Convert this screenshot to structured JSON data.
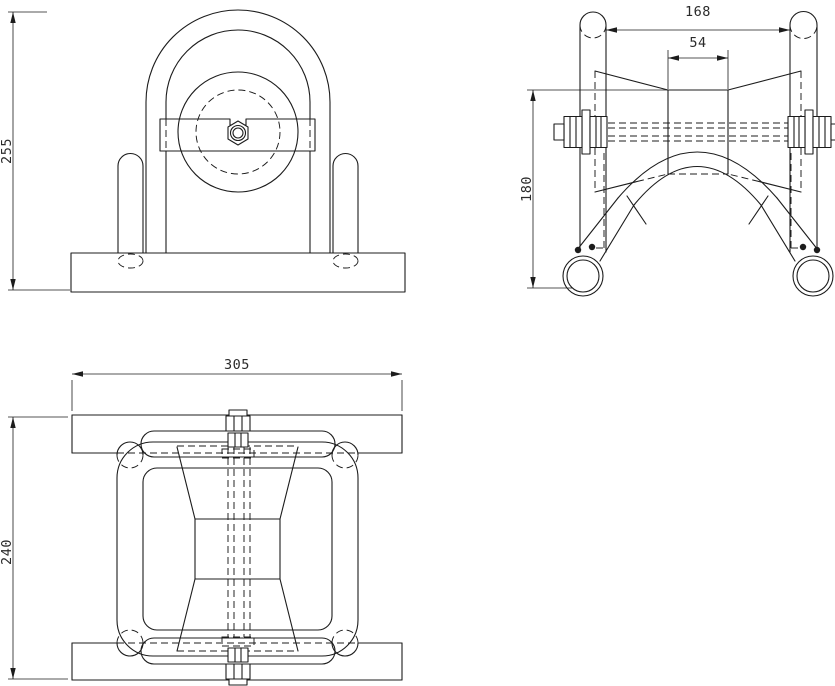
{
  "drawing": {
    "dimensions": {
      "front_height": "255",
      "frame_spacing": "168",
      "groove_width": "54",
      "roller_height": "180",
      "base_length": "305",
      "base_width": "240"
    },
    "colors": {
      "line": "#1c1c1c",
      "background": "#ffffff"
    }
  }
}
